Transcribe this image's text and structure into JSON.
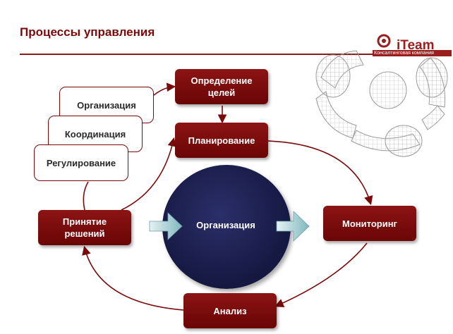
{
  "header": {
    "title": "Процессы управления"
  },
  "logo": {
    "name": "iTeam",
    "tagline": "Консалтинговая компания"
  },
  "diagram": {
    "goal_box": "Определение\nцелей",
    "planning_box": "Планирование",
    "center_label": "Организация",
    "monitoring_box": "Мониторинг",
    "analysis_box": "Анализ",
    "decision_box": "Принятие\nрешений",
    "stack_cards": [
      "Организация",
      "Координация",
      "Регулирование"
    ]
  },
  "colors": {
    "accent": "#8c1414",
    "center": "#1c1f4f",
    "arrow": "#7fb7bf"
  }
}
